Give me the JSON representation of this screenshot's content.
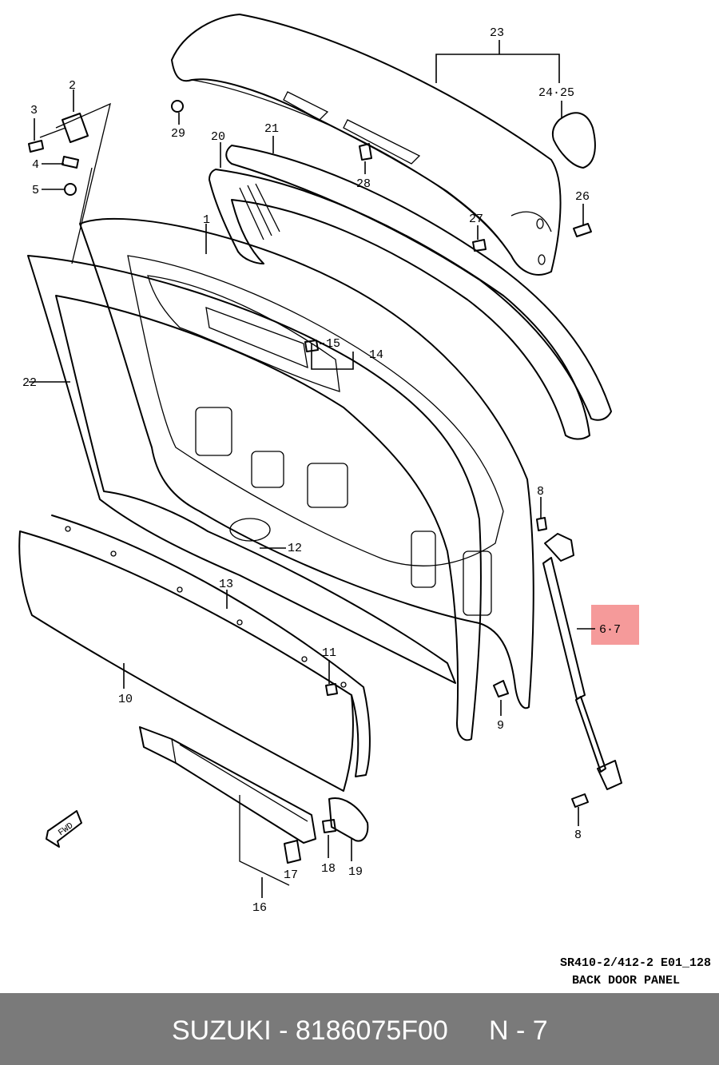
{
  "labels": {
    "l1": "1",
    "l2": "2",
    "l3": "3",
    "l4": "4",
    "l5": "5",
    "l67": "6·7",
    "l8a": "8",
    "l8b": "8",
    "l9": "9",
    "l10": "10",
    "l11": "11",
    "l12": "12",
    "l13": "13",
    "l14": "14",
    "l15": "15",
    "l16": "16",
    "l17": "17",
    "l18": "18",
    "l19": "19",
    "l20": "20",
    "l21": "21",
    "l22": "22",
    "l23": "23",
    "l2425": "24·25",
    "l26": "26",
    "l27": "27",
    "l28": "28",
    "l29": "29"
  },
  "fwd_label": "FWD",
  "caption": {
    "code": "SR410-2/412-2 E01_128",
    "name": "BACK DOOR PANEL"
  },
  "footer": {
    "brand_part": "SUZUKI - 8186075F00",
    "page": "N - 7"
  },
  "colors": {
    "highlight": "#f59a9a",
    "footer_bg": "#7a7a7a"
  }
}
